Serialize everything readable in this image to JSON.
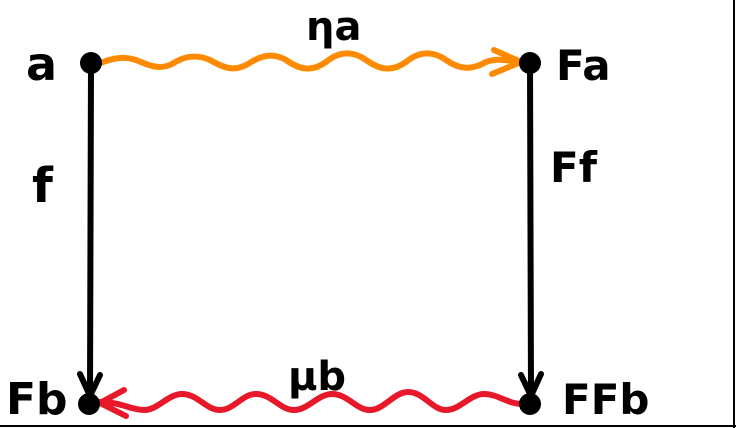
{
  "objects": {
    "a": "a",
    "Fa": "Fa",
    "Fb": "Fb",
    "FFb": "FFb"
  },
  "morphisms": {
    "f": "f",
    "Ff": "Ff",
    "eta_a": "ηa",
    "mu_b": "μb"
  },
  "colors": {
    "ink": "#000000",
    "eta": "#ff8a00",
    "mu": "#e8182b",
    "background": "#ffffff"
  }
}
